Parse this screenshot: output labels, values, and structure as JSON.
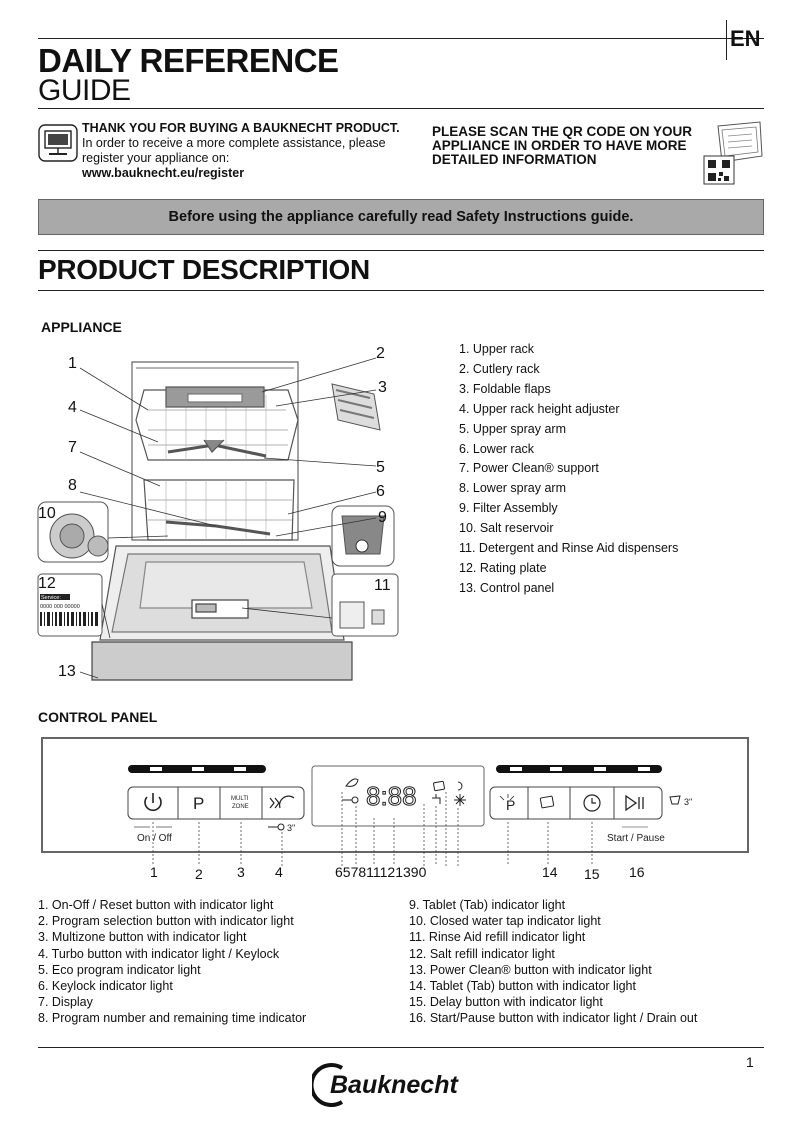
{
  "header": {
    "language": "EN",
    "title_line1": "DAILY REFERENCE",
    "title_line2": "GUIDE"
  },
  "intro": {
    "thank_you": "THANK YOU FOR BUYING A BAUKNECHT PRODUCT.",
    "text": "In order to receive a more complete assistance, please register your appliance on:",
    "url": "www.bauknecht.eu/register",
    "scan_text": "PLEASE SCAN THE QR CODE ON YOUR APPLIANCE IN ORDER TO HAVE MORE DETAILED INFORMATION"
  },
  "banner": "Before using the appliance carefully read Safety Instructions guide.",
  "product_description": {
    "title": "PRODUCT  DESCRIPTION",
    "appliance_title": "APPLIANCE",
    "appliance_items": [
      "1.  Upper rack",
      "2.  Cutlery rack",
      "3.  Foldable flaps",
      "4.  Upper rack height adjuster",
      "5.  Upper spray arm",
      "6.  Lower  rack",
      "7.     Power Clean® support",
      "8.  Lower spray arm",
      "9.  Filter Assembly",
      "10.  Salt reservoir",
      "11.  Detergent and Rinse Aid dispensers",
      "12.  Rating plate",
      "13.  Control panel"
    ],
    "callouts": [
      "1",
      "2",
      "3",
      "4",
      "5",
      "6",
      "7",
      "8",
      "9",
      "10",
      "11",
      "12",
      "13"
    ],
    "rating_plate_text": "Service:",
    "rating_plate_number": "0000 000 00000"
  },
  "control_panel": {
    "title": "CONTROL PANEL",
    "labels": {
      "on_off": "On / Off",
      "start_pause": "Start / Pause",
      "multi_zone_1": "MULTI",
      "multi_zone_2": "ZONE",
      "keylock_time": "3\"",
      "tab_time": "3\"",
      "display": "8:88"
    },
    "callouts_left": [
      "1",
      "2",
      "3",
      "4"
    ],
    "callouts_mid": "657811121390",
    "callouts_right": [
      "14",
      "15",
      "16"
    ],
    "items_left": [
      "1.  On-Off / Reset button with indicator light",
      "2.  Program selection button with indicator light",
      "3.  Multizone button with indicator light",
      "4.  Turbo button with indicator light / Keylock",
      "5.  Eco program indicator light",
      "6.  Keylock indicator light",
      "7.  Display",
      "8.  Program number and remaining time indicator"
    ],
    "items_right": [
      "9.  Tablet (Tab) indicator light",
      "10.  Closed water tap indicator light",
      "11.  Rinse Aid refill indicator light",
      "12.  Salt refill indicator light",
      "13.  Power Clean® button with indicator light",
      "14.  Tablet (Tab) button with indicator light",
      "15.  Delay button with indicator light",
      "16.  Start/Pause button with indicator light / Drain out"
    ]
  },
  "footer": {
    "page_number": "1",
    "brand": "Bauknecht"
  }
}
